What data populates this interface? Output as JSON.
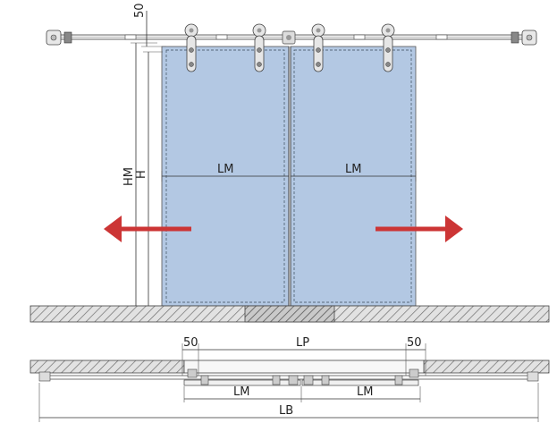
{
  "elevation": {
    "labels": {
      "top_gap": "50",
      "hm": "HM",
      "h": "H",
      "lm_left": "LM",
      "lm_right": "LM"
    },
    "colors": {
      "door_fill": "#b3c8e3",
      "arrow": "#cc3535",
      "floor_hatch": "#6e6e6e",
      "line": "#333333"
    },
    "arrows": [
      "arrow-left",
      "arrow-right"
    ]
  },
  "plan": {
    "labels": {
      "gap_left": "50",
      "lp": "LP",
      "gap_right": "50",
      "lm_left": "LM",
      "lm_right": "LM",
      "lb": "LB"
    }
  }
}
